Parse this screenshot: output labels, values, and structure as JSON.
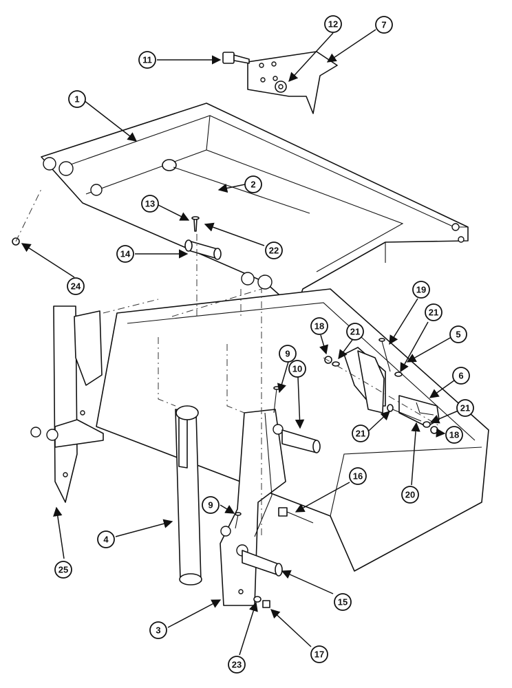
{
  "callouts": [
    {
      "id": "c1",
      "label": "1"
    },
    {
      "id": "c2",
      "label": "2"
    },
    {
      "id": "c3",
      "label": "3"
    },
    {
      "id": "c4",
      "label": "4"
    },
    {
      "id": "c5",
      "label": "5"
    },
    {
      "id": "c6",
      "label": "6"
    },
    {
      "id": "c7",
      "label": "7"
    },
    {
      "id": "c9a",
      "label": "9"
    },
    {
      "id": "c9b",
      "label": "9"
    },
    {
      "id": "c10",
      "label": "10"
    },
    {
      "id": "c11",
      "label": "11"
    },
    {
      "id": "c12",
      "label": "12"
    },
    {
      "id": "c13",
      "label": "13"
    },
    {
      "id": "c14",
      "label": "14"
    },
    {
      "id": "c15",
      "label": "15"
    },
    {
      "id": "c16",
      "label": "16"
    },
    {
      "id": "c17",
      "label": "17"
    },
    {
      "id": "c18a",
      "label": "18"
    },
    {
      "id": "c18b",
      "label": "18"
    },
    {
      "id": "c19",
      "label": "19"
    },
    {
      "id": "c20",
      "label": "20"
    },
    {
      "id": "c21a",
      "label": "21"
    },
    {
      "id": "c21b",
      "label": "21"
    },
    {
      "id": "c21c",
      "label": "21"
    },
    {
      "id": "c21d",
      "label": "21"
    },
    {
      "id": "c22",
      "label": "22"
    },
    {
      "id": "c23",
      "label": "23"
    },
    {
      "id": "c24",
      "label": "24"
    },
    {
      "id": "c25",
      "label": "25"
    }
  ]
}
